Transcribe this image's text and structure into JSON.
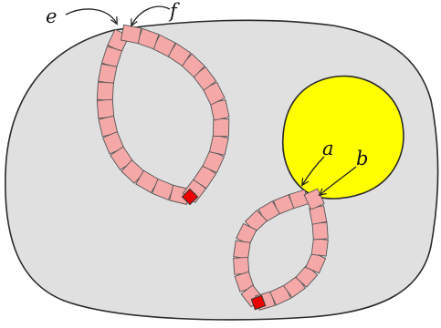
{
  "labels": {
    "e": "e",
    "f": "f",
    "a": "a",
    "b": "b"
  },
  "colors": {
    "background": "#ffffff",
    "region_fill": "#e0e0e0",
    "outline": "#2a2a2a",
    "disk_fill": "#ffff00",
    "chain_tile": "#f4a8a8",
    "chain_tile_edge": "#555555",
    "marked_tile": "#ee0000"
  }
}
